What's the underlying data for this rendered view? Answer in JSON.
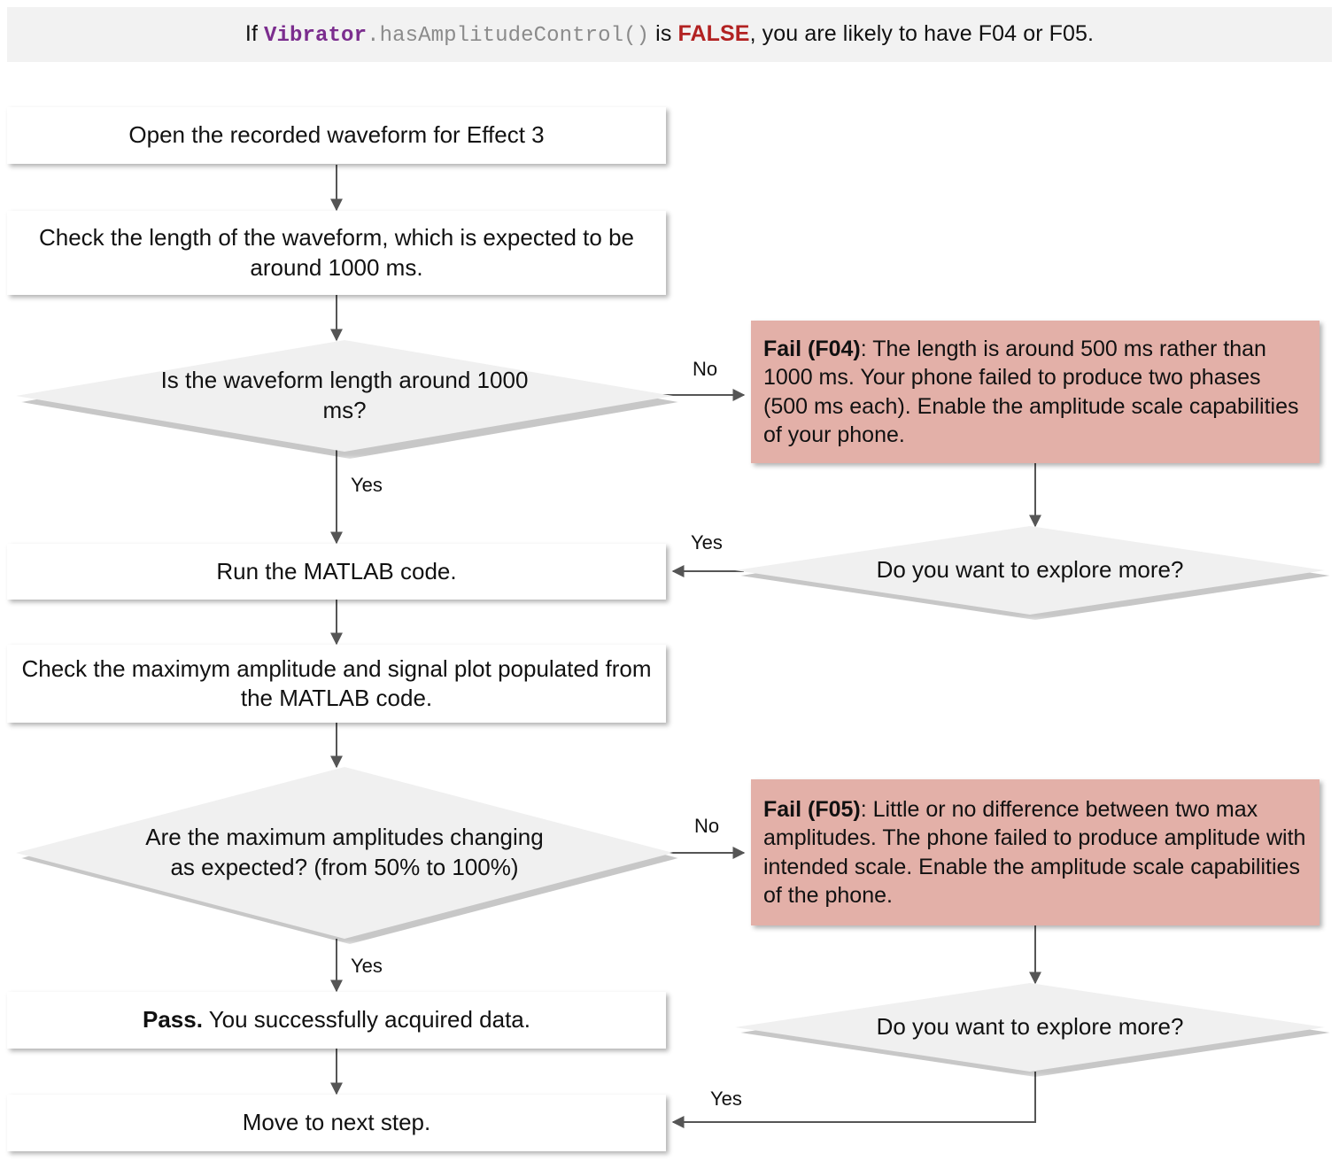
{
  "header": {
    "prefix": "If ",
    "class_name": "Vibrator",
    "method": ".hasAmplitudeControl()",
    "middle": " is ",
    "false_token": "FALSE",
    "suffix": ", you are likely to have F04 or F05."
  },
  "nodes": {
    "open_waveform": "Open the recorded waveform for Effect 3",
    "check_length": "Check the length of the waveform, which is expected to be around 1000 ms.",
    "decision_length": "Is the waveform length around 1000 ms?",
    "fail_f04_bold": "Fail (F04)",
    "fail_f04_text": ": The length is around 500 ms rather than 1000 ms. Your phone failed to produce two phases (500 ms each). Enable the amplitude scale capabilities of your phone.",
    "explore_more_top": "Do you want to explore more?",
    "run_matlab": "Run the MATLAB code.",
    "check_amplitude": "Check the maximym amplitude and signal plot populated from the MATLAB code.",
    "decision_amplitude": "Are the maximum amplitudes changing as expected? (from 50% to 100%)",
    "fail_f05_bold": "Fail (F05)",
    "fail_f05_text": ": Little or no difference between two max amplitudes. The phone failed to produce amplitude with intended scale. Enable the amplitude scale capabilities of the phone.",
    "explore_more_bottom": "Do you want to explore more?",
    "pass_bold": "Pass.",
    "pass_text": " You successfully acquired data.",
    "move_next": "Move to next step."
  },
  "edge_labels": {
    "no_length": "No",
    "yes_length": "Yes",
    "yes_explore_top": "Yes",
    "no_amplitude": "No",
    "yes_amplitude": "Yes",
    "yes_explore_bottom": "Yes"
  },
  "colors": {
    "header_bg": "#f2f2f2",
    "fail_bg": "#e3b0a8",
    "diamond_bg": "#f0f0f0",
    "box_bg": "#ffffff",
    "class_purple": "#7b2d8e",
    "method_gray": "#8b8b8b",
    "false_red": "#b22222",
    "connector": "#555555"
  }
}
